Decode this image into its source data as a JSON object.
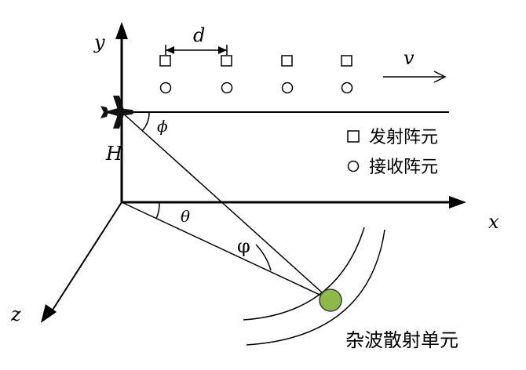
{
  "labels": {
    "y_axis": "y",
    "x_axis": "x",
    "z_axis": "z",
    "spacing": "d",
    "velocity": "v",
    "height": "H",
    "angle_phi": "ϕ",
    "angle_theta": "θ",
    "angle_varphi": "φ"
  },
  "legend": {
    "transmit": "发射阵元",
    "receive": "接收阵元"
  },
  "scatter_label": "杂波散射单元",
  "colors": {
    "line": "#000000",
    "scatter_fill": "#8db84a",
    "scatter_stroke": "#3d3d3d"
  }
}
